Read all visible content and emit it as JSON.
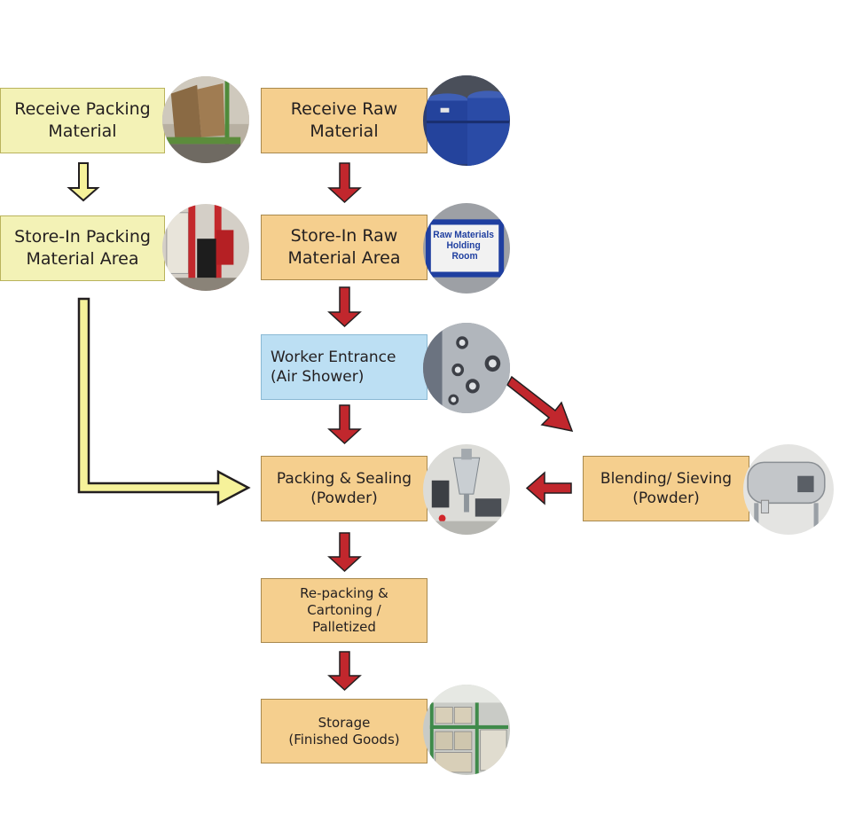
{
  "steps": {
    "receive_packing": "Receive Packing\nMaterial",
    "store_packing": "Store-In Packing\nMaterial Area",
    "receive_raw": "Receive Raw\nMaterial",
    "store_raw": "Store-In Raw\nMaterial Area",
    "worker_entrance": "Worker Entrance\n(Air Shower)",
    "packing_sealing": "Packing & Sealing\n(Powder)",
    "blending": "Blending/ Sieving\n(Powder)",
    "repacking": "Re-packing &\nCartoning /\nPalletized",
    "storage": "Storage\n(Finished Goods)"
  },
  "photos": {
    "holding_room_sign": "Raw Materials\nHolding\nRoom"
  },
  "colors": {
    "process_box": "#f5cf8e",
    "packing_box": "#f3f2b6",
    "entrance_box": "#bcdff3",
    "red_arrow": "#c1272d",
    "yellow_arrow": "#f6f29a"
  }
}
